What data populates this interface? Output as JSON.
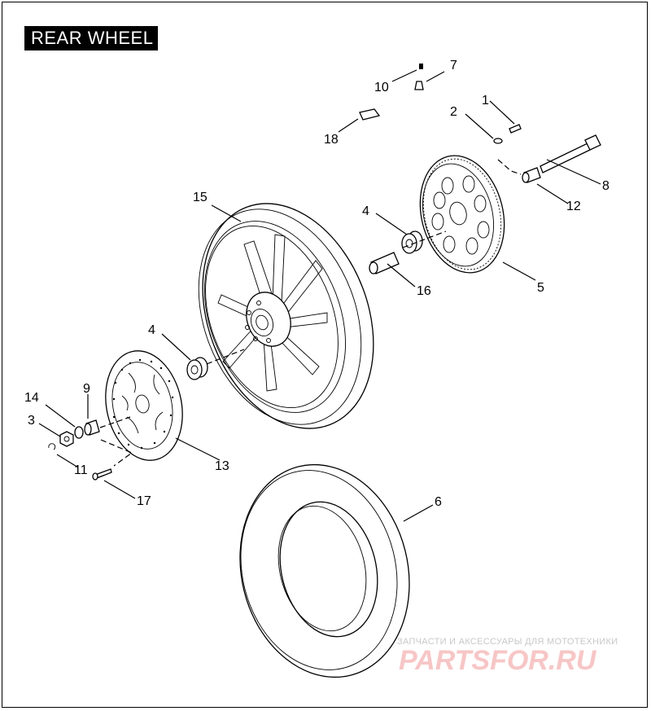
{
  "title": "REAR WHEEL",
  "callouts": [
    {
      "num": "1",
      "part": "screw"
    },
    {
      "num": "2",
      "part": "washer"
    },
    {
      "num": "3",
      "part": "nut"
    },
    {
      "num": "4",
      "part": "bearing"
    },
    {
      "num": "4",
      "part": "bearing"
    },
    {
      "num": "5",
      "part": "sprocket"
    },
    {
      "num": "6",
      "part": "tire"
    },
    {
      "num": "7",
      "part": "valve"
    },
    {
      "num": "8",
      "part": "axle"
    },
    {
      "num": "9",
      "part": "spacer"
    },
    {
      "num": "10",
      "part": "valve-cap"
    },
    {
      "num": "11",
      "part": "retaining-ring"
    },
    {
      "num": "12",
      "part": "spacer"
    },
    {
      "num": "13",
      "part": "brake-disc"
    },
    {
      "num": "14",
      "part": "washer"
    },
    {
      "num": "15",
      "part": "wheel"
    },
    {
      "num": "16",
      "part": "sleeve"
    },
    {
      "num": "17",
      "part": "screw"
    },
    {
      "num": "18",
      "part": "balance-weight"
    }
  ],
  "watermark": {
    "line1": "ЗАПЧАСТИ И АКСЕССУАРЫ ДЛЯ МОТОТЕХНИКИ",
    "line2": "PARTSFOR.RU"
  }
}
